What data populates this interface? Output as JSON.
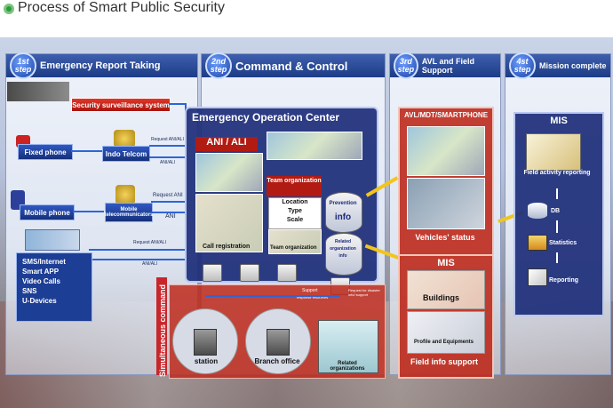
{
  "header": {
    "title": "Process of Smart Public Security"
  },
  "steps": [
    {
      "num": "1st",
      "word": "step",
      "title": "Emergency Report Taking"
    },
    {
      "num": "2nd",
      "word": "step",
      "title": "Command & Control"
    },
    {
      "num": "3rd",
      "word": "step",
      "title": "AVL and Field Support"
    },
    {
      "num": "4st",
      "word": "step",
      "title": "Mission complete"
    }
  ],
  "step1": {
    "surveillance": "Security surveillance system",
    "fixed_phone": "Fixed phone",
    "indo_telcom": "Indo Telcom",
    "request_anialli": "Request ANI/ALI",
    "anialli": "ANI/ALI",
    "mobile_phone": "Mobile phone",
    "mobile_telecom": "Mobile telecommunicators",
    "request_ani": "Request ANI",
    "ani": "ANI",
    "request_anialli_2": "Request ANI/ALI",
    "anialli_2": "ANI/ALI",
    "devices": [
      "SMS/Internet",
      "Smart APP",
      "Video Calls",
      "SNS",
      "U-Devices"
    ]
  },
  "step2": {
    "eoc_title": "Emergency Operation Center",
    "ani_ali": "ANI / ALI",
    "call_registration": "Call registration",
    "team_org_head": "Team organization",
    "location": "Location",
    "type": "Type",
    "scale": "Scale",
    "team_org_foot": "Team organization",
    "prevention": "Prevention",
    "info": "info",
    "related_org_info": "Related organization info",
    "simultaneous": "Simultaneous command",
    "support": "Support",
    "response_resources": "response resources",
    "request_for": "Request for disaster info/ support",
    "station": "station",
    "branch_office": "Branch office",
    "related_orgs": "Related organizations"
  },
  "step3": {
    "avl_head": "AVL/MDT/SMARTPHONE",
    "vehicles_status": "Vehicles' status",
    "mis": "MIS",
    "buildings": "Buildings",
    "profile": "Profile and Equipments",
    "field_info": "Field info support"
  },
  "step4": {
    "mis": "MIS",
    "field_activity": "Field activity reporting",
    "db": "DB",
    "statistics": "Statistics",
    "reporting": "Reporting"
  }
}
